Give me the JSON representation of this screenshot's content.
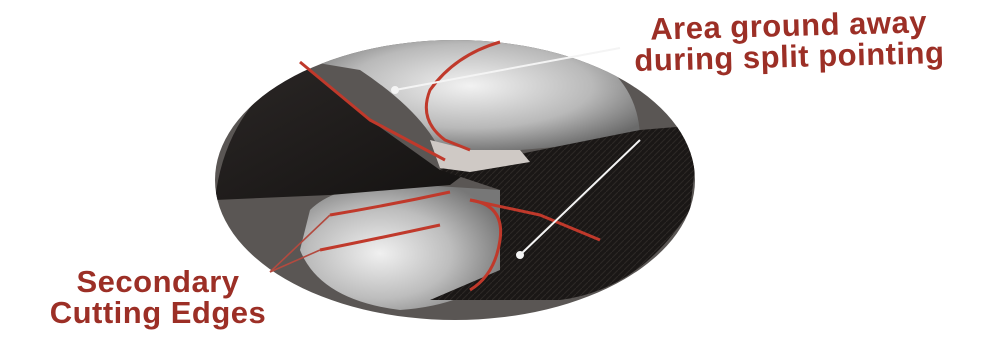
{
  "figure": {
    "subject": "twist drill point after split pointing",
    "colors": {
      "label_red": "#9c2f26",
      "edge_red": "#c0392b",
      "dark_face": "#1e1b1a",
      "web_gray": "#cfcfcf",
      "leader_white": "#f4f4f4"
    }
  },
  "labels": {
    "top": {
      "line1": "Area ground away",
      "line2": "during split pointing"
    },
    "bottom": {
      "line1": "Secondary",
      "line2": "Cutting Edges"
    }
  }
}
